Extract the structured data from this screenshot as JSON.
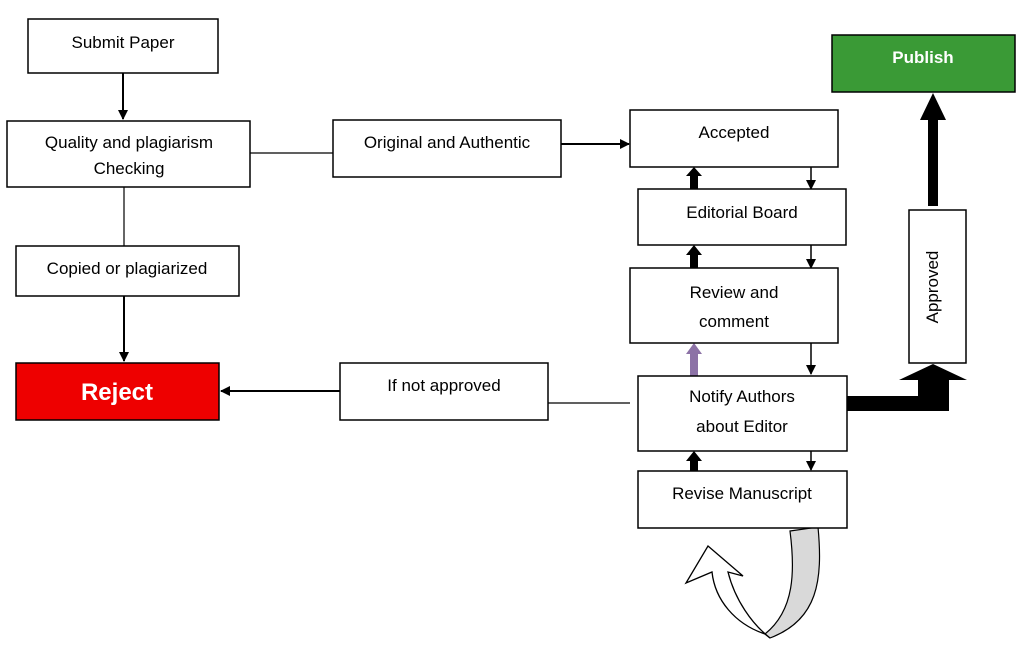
{
  "nodes": {
    "submit": "Submit Paper",
    "quality_line1": "Quality and plagiarism",
    "quality_line2": "Checking",
    "original": "Original and Authentic",
    "copied": "Copied or plagiarized",
    "reject": "Reject",
    "if_not_approved": "If not approved",
    "accepted": "Accepted",
    "editorial_board": "Editorial Board",
    "review_line1": "Review and",
    "review_line2": "comment",
    "notify_line1": "Notify Authors",
    "notify_line2": "about Editor",
    "revise": "Revise Manuscript",
    "approved": "Approved",
    "publish": "Publish"
  },
  "colors": {
    "reject_fill": "#ee0000",
    "publish_fill": "#3a9a36",
    "review_arrow": "#8c72a6",
    "loop_arrow_fill": "#d9d9d9"
  }
}
